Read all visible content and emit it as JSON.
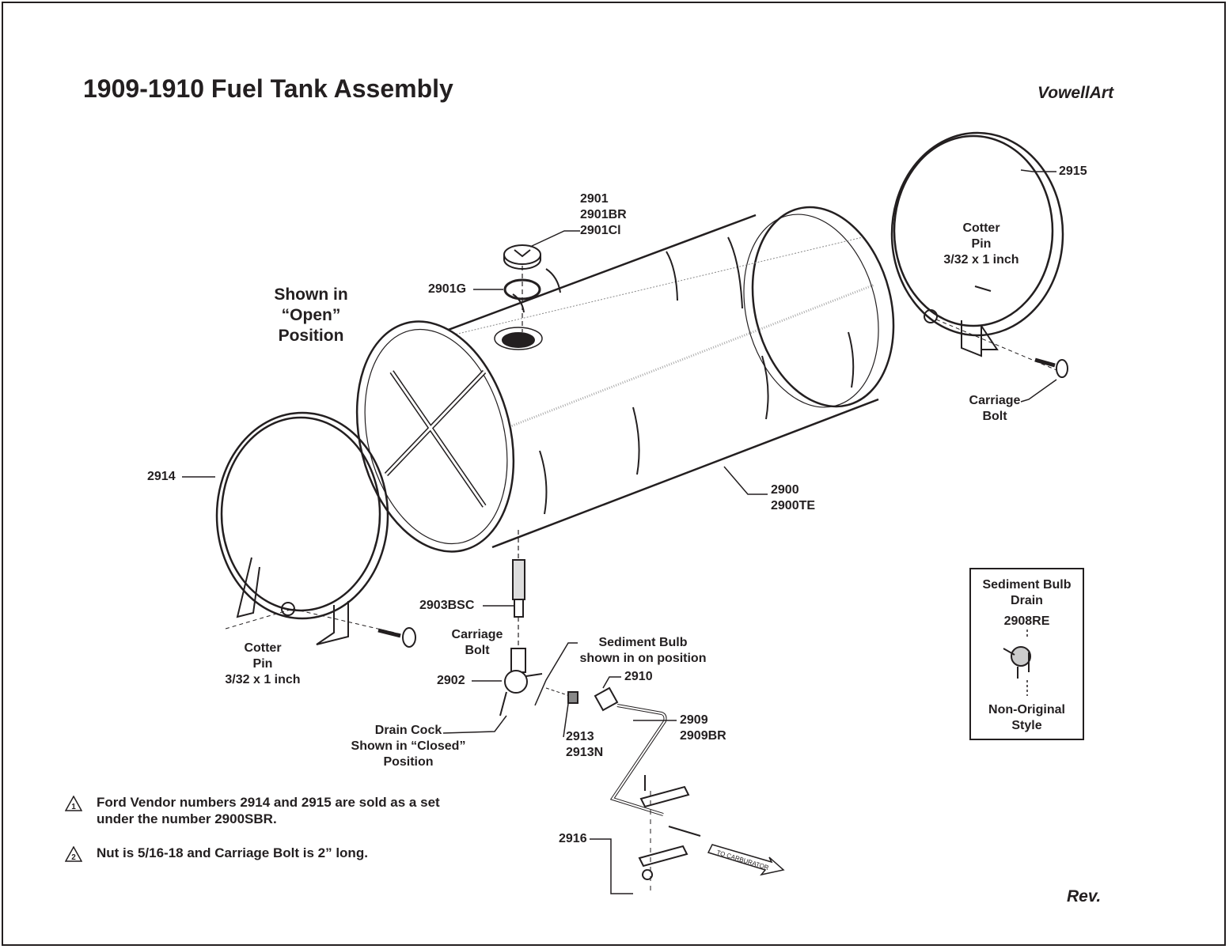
{
  "title": "1909-1910 Fuel Tank Assembly",
  "brand": "VowellArt",
  "revision": "Rev.",
  "shown_in_open": [
    "Shown in",
    "“Open”",
    "Position"
  ],
  "labels": {
    "p2901": "2901",
    "p2901BR": "2901BR",
    "p2901CI": "2901Cl",
    "p2901G": "2901G",
    "p2915": "2915",
    "p2914": "2914",
    "p2900": "2900",
    "p2900TE": "2900TE",
    "p2903BSC": "2903BSC",
    "p2902": "2902",
    "p2910": "2910",
    "p2909": "2909",
    "p2909BR": "2909BR",
    "p2913": "2913",
    "p2913N": "2913N",
    "p2916": "2916",
    "cotter_right": [
      "Cotter",
      "Pin",
      "3/32 x 1 inch"
    ],
    "cotter_left": [
      "Cotter",
      "Pin",
      "3/32 x 1 inch"
    ],
    "carriage_right": [
      "Carriage",
      "Bolt"
    ],
    "carriage_left": [
      "Carriage",
      "Bolt"
    ],
    "sediment_on": [
      "Sediment Bulb",
      "shown in on position"
    ],
    "drain_cock": [
      "Drain Cock",
      "Shown in “Closed”",
      "Position"
    ],
    "to_carburator": "TO CARBURATOR"
  },
  "inset": {
    "title": [
      "Sediment Bulb",
      "Drain"
    ],
    "part": "2908RE",
    "caption": [
      "Non-Original",
      "Style"
    ]
  },
  "notes": [
    {
      "marker": "1",
      "lines": [
        "Ford Vendor numbers 2914 and 2915 are sold as a set",
        "under the number 2900SBR."
      ]
    },
    {
      "marker": "2",
      "lines": [
        "Nut is 5/16-18 and Carriage Bolt is 2” long."
      ]
    }
  ]
}
